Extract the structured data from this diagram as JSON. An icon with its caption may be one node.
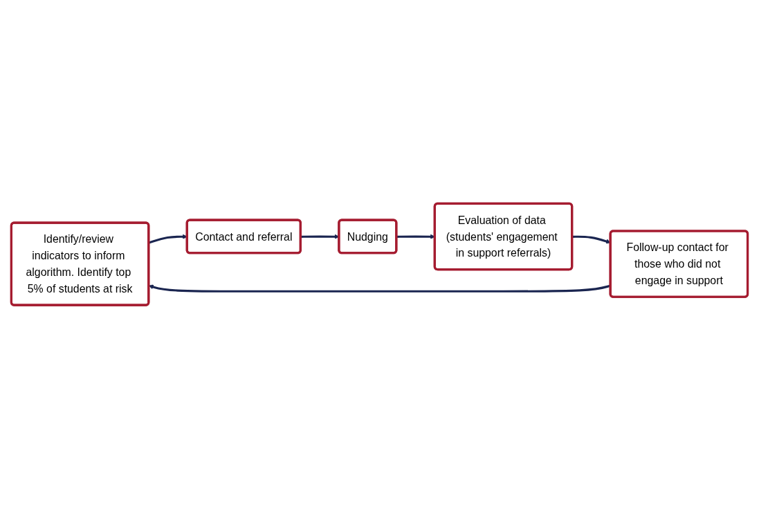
{
  "diagram": {
    "nodes": [
      {
        "text": [
          "Identify/review indicators to inform algorithm. Identify top 5% of students at risk"
        ]
      },
      {
        "text": [
          "Contact and referral"
        ]
      },
      {
        "text": [
          "Nudging"
        ]
      },
      {
        "text": [
          "Evaluation of data (students' engagement in support referrals)"
        ]
      },
      {
        "text": [
          "Follow-up contact for those who did not engage in support"
        ]
      }
    ],
    "edges": [
      {
        "from": 0,
        "to": 1,
        "arrow": "to"
      },
      {
        "from": 1,
        "to": 2,
        "arrow": "to"
      },
      {
        "from": 2,
        "to": 3,
        "arrow": "to"
      },
      {
        "from": 3,
        "to": 4,
        "arrow": "to"
      },
      {
        "from": 4,
        "to": 0,
        "arrow": "to"
      }
    ]
  }
}
